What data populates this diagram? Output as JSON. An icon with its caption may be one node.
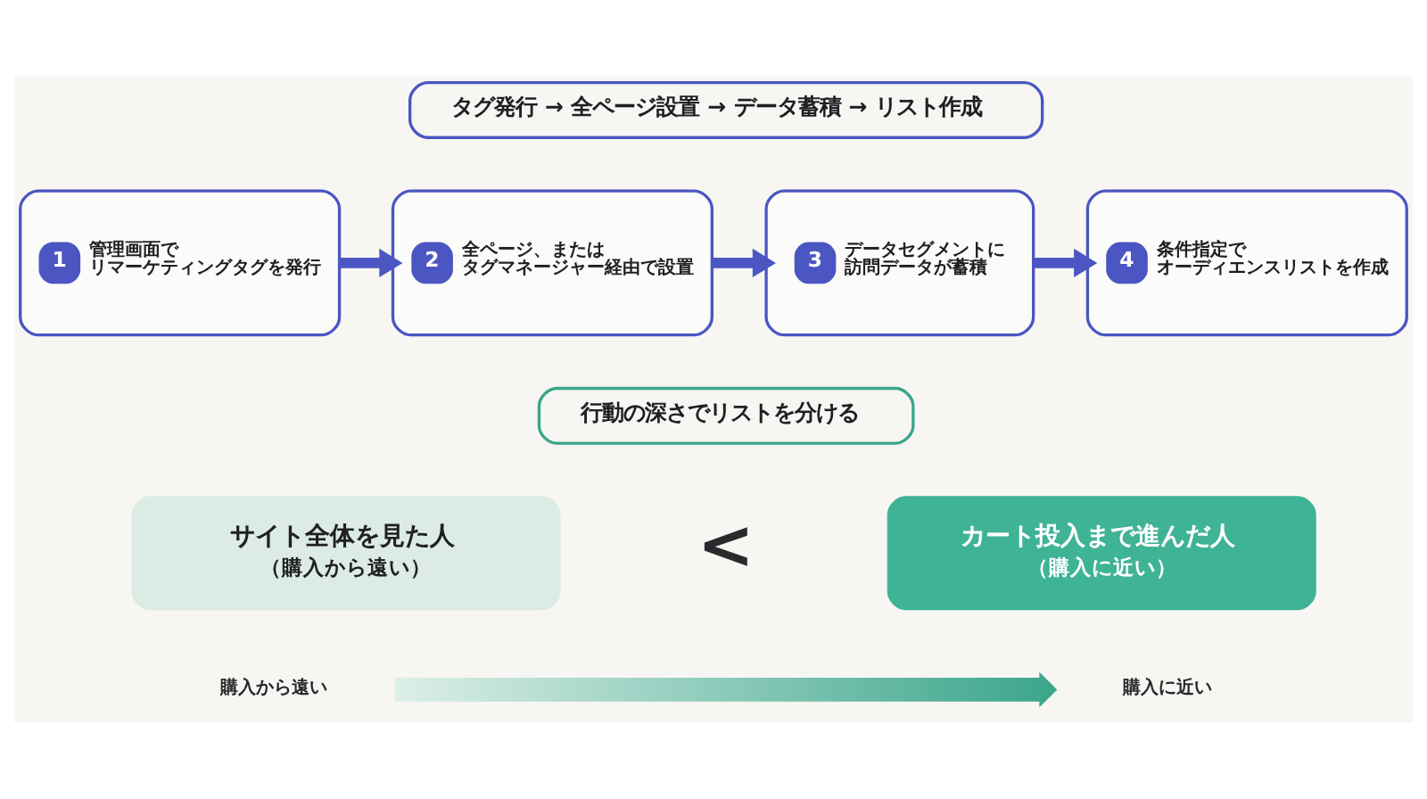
{
  "diagram": {
    "nodes": [
      {
        "text": [
          "タグ発行 → 全ページ設置 → データ蓄積 → リスト作成"
        ]
      },
      {
        "text": [
          "1",
          "管理画面でリマーケティングタグを発行"
        ]
      },
      {
        "text": [
          "2",
          "全ページ、またはタグマネージャー経由で設置"
        ]
      },
      {
        "text": [
          "3",
          "データセグメントに訪問データが蓄積"
        ]
      },
      {
        "text": [
          "4",
          "条件指定でオーディエンスリストを作成"
        ]
      },
      {
        "text": [
          "行動の深さでリストを分ける"
        ]
      },
      {
        "text": [
          "サイト全体を見た人",
          "（購入から遠い）"
        ]
      },
      {
        "text": [
          "カート投入まで進んだ人",
          "（購入に近い）"
        ]
      },
      {
        "text": [],
        "shape": "arrow"
      }
    ],
    "edges": [
      {
        "from": 1,
        "to": 2,
        "arrow": "to"
      },
      {
        "from": 2,
        "to": 3,
        "arrow": "to"
      },
      {
        "from": 3,
        "to": 4,
        "arrow": "to"
      }
    ],
    "labels": [
      "<",
      "購入から遠い",
      "購入に近い"
    ]
  }
}
